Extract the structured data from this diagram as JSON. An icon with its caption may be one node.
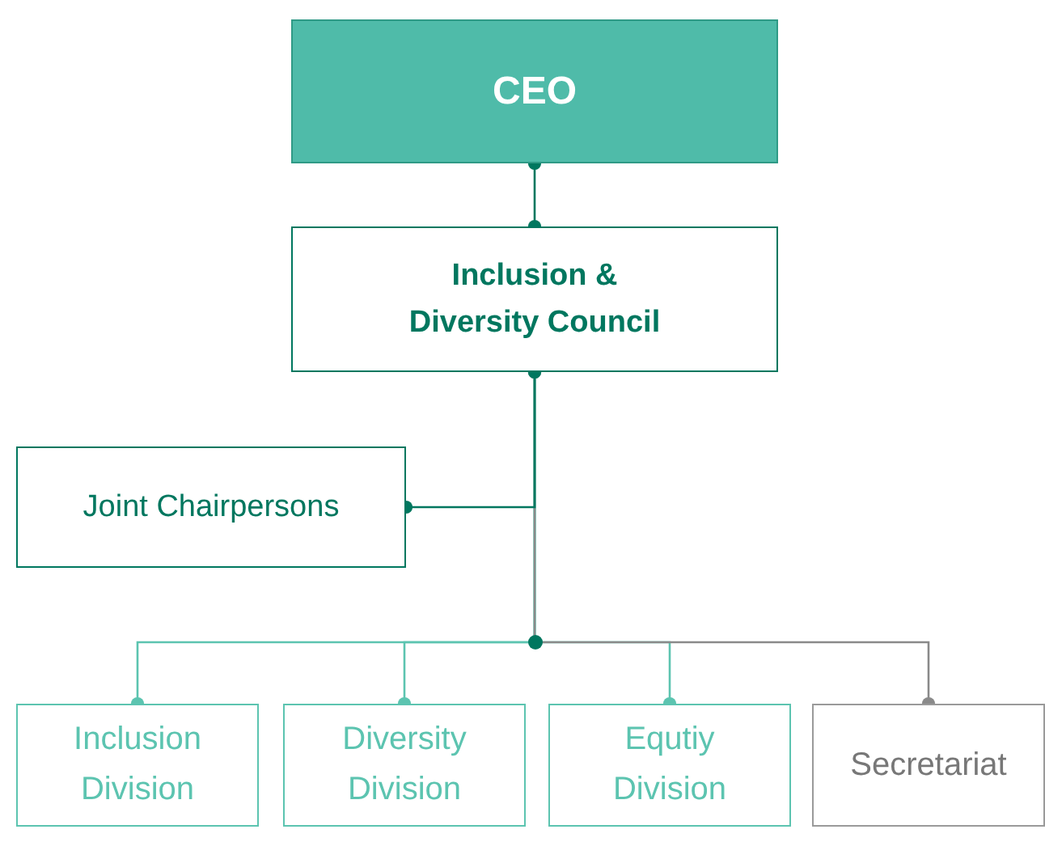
{
  "diagram": {
    "nodes": [
      {
        "text": [
          "CEO"
        ]
      },
      {
        "text": [
          "Inclusion & Diversity Council"
        ]
      },
      {
        "text": [
          "Joint Chairpersons"
        ]
      },
      {
        "text": [
          "Inclusion Division"
        ]
      },
      {
        "text": [
          "Diversity Division"
        ]
      },
      {
        "text": [
          "Equtiy Division"
        ]
      },
      {
        "text": [
          "Secretariat"
        ]
      }
    ],
    "edges": [
      {
        "from": 0,
        "to": 1,
        "arrow": "other",
        "color": "#00775f"
      },
      {
        "from": 1,
        "to": 2,
        "arrow": "other",
        "color": "#00775f"
      },
      {
        "from": 1,
        "to": 3,
        "arrow": "other"
      },
      {
        "from": 1,
        "to": 4,
        "arrow": "other"
      },
      {
        "from": 1,
        "to": 5,
        "arrow": "other"
      },
      {
        "from": 1,
        "to": 6,
        "arrow": "other",
        "color": "#8a8a8a"
      }
    ]
  }
}
